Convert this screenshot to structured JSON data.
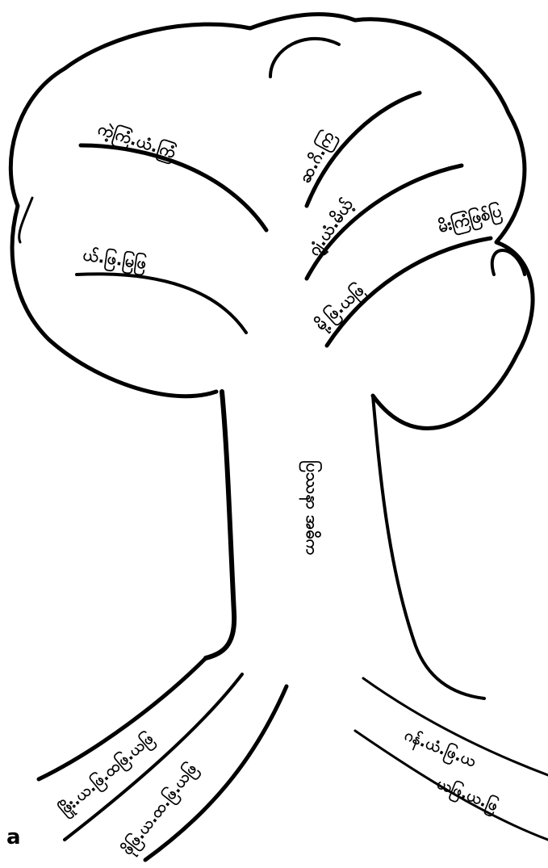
{
  "diagram": {
    "type": "problem-tree",
    "trunk_label": "ပြဿနာ အဓိက",
    "branch_labels": [
      "ဆ.ဂိ.ကြ",
      "ဂျံ.ယံ.မိယ့်",
      "ကဲ့ကြံ.ယံ.ကြံ",
      "မိးကြံဖြစ်ပြ",
      "ယ်.ဖြ.မြဖြ",
      "မို့ဖြ.ယဖြ"
    ],
    "root_labels": [
      "ဖြိုး.ယ.ဖြ.ထဖြ.ယဖြ",
      "ဖိုဖြ.ယ.ထ.ဖြ.ယဖြ",
      "ဂန်.ယံ.ဖြ.ယ",
      "ယဖြ.ယ.ဖြ"
    ],
    "margin_mark": "a"
  }
}
